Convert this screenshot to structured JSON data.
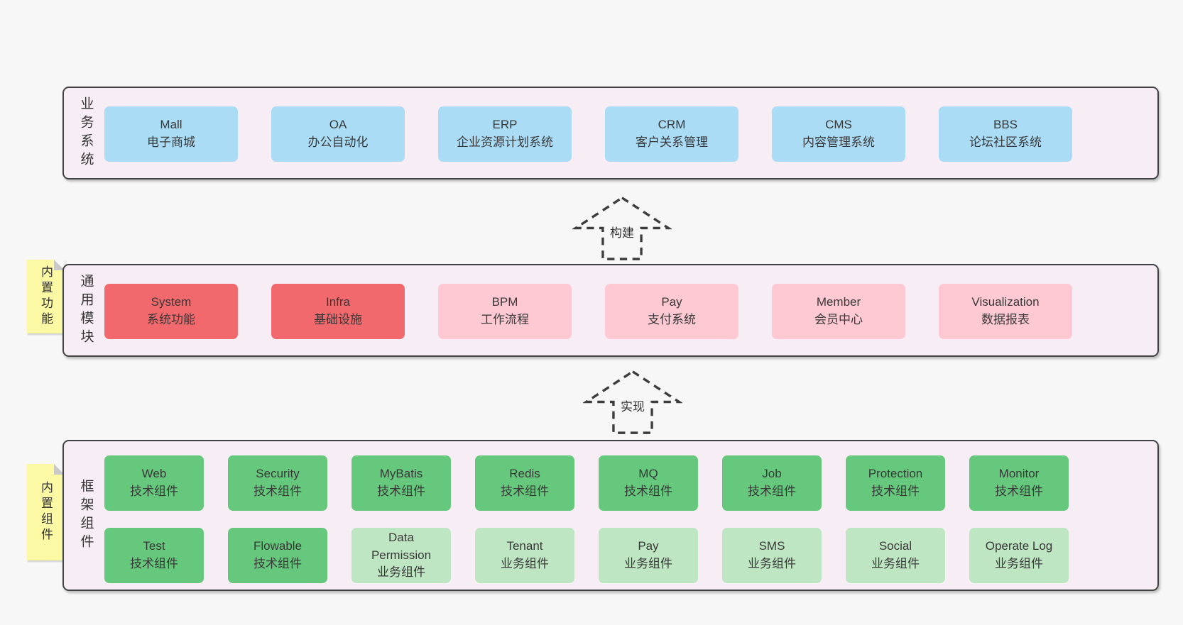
{
  "business_layer": {
    "label": "业务系统",
    "items": [
      {
        "name": "Mall",
        "desc": "电子商城"
      },
      {
        "name": "OA",
        "desc": "办公自动化"
      },
      {
        "name": "ERP",
        "desc": "企业资源计划系统"
      },
      {
        "name": "CRM",
        "desc": "客户关系管理"
      },
      {
        "name": "CMS",
        "desc": "内容管理系统"
      },
      {
        "name": "BBS",
        "desc": "论坛社区系统"
      }
    ]
  },
  "build_arrow": {
    "label": "构建"
  },
  "module_layer": {
    "sticky": "内置功能",
    "label": "通用模块",
    "items": [
      {
        "name": "System",
        "desc": "系统功能",
        "variant": "core-red"
      },
      {
        "name": "Infra",
        "desc": "基础设施",
        "variant": "core-red"
      },
      {
        "name": "BPM",
        "desc": "工作流程",
        "variant": "optional-pink"
      },
      {
        "name": "Pay",
        "desc": "支付系统",
        "variant": "optional-pink"
      },
      {
        "name": "Member",
        "desc": "会员中心",
        "variant": "optional-pink"
      },
      {
        "name": "Visualization",
        "desc": "数据报表",
        "variant": "optional-pink"
      }
    ]
  },
  "implement_arrow": {
    "label": "实现"
  },
  "component_layer": {
    "sticky": "内置组件",
    "label": "框架组件",
    "row1": [
      {
        "name": "Web",
        "desc": "技术组件",
        "variant": "tech-dark-green"
      },
      {
        "name": "Security",
        "desc": "技术组件",
        "variant": "tech-dark-green"
      },
      {
        "name": "MyBatis",
        "desc": "技术组件",
        "variant": "tech-dark-green"
      },
      {
        "name": "Redis",
        "desc": "技术组件",
        "variant": "tech-dark-green"
      },
      {
        "name": "MQ",
        "desc": "技术组件",
        "variant": "tech-dark-green"
      },
      {
        "name": "Job",
        "desc": "技术组件",
        "variant": "tech-dark-green"
      },
      {
        "name": "Protection",
        "desc": "技术组件",
        "variant": "tech-dark-green"
      },
      {
        "name": "Monitor",
        "desc": "技术组件",
        "variant": "tech-dark-green"
      }
    ],
    "row2": [
      {
        "name": "Test",
        "desc": "技术组件",
        "variant": "tech-dark-green"
      },
      {
        "name": "Flowable",
        "desc": "技术组件",
        "variant": "tech-dark-green"
      },
      {
        "name": "Data Permission",
        "desc": "业务组件",
        "variant": "biz-light-green"
      },
      {
        "name": "Tenant",
        "desc": "业务组件",
        "variant": "biz-light-green"
      },
      {
        "name": "Pay",
        "desc": "业务组件",
        "variant": "biz-light-green"
      },
      {
        "name": "SMS",
        "desc": "业务组件",
        "variant": "biz-light-green"
      },
      {
        "name": "Social",
        "desc": "业务组件",
        "variant": "biz-light-green"
      },
      {
        "name": "Operate Log",
        "desc": "业务组件",
        "variant": "biz-light-green"
      }
    ]
  },
  "colors": {
    "page_bg": "#f7f7f7",
    "container_bg": "#f7edf4",
    "outline": "#424242",
    "business_box": "#abdcf6",
    "core_module_box": "#f1696c",
    "optional_module_box": "#fec9d2",
    "tech_component_box": "#66c87c",
    "biz_component_box": "#bfe6c3",
    "sticky_note": "#fbf9a3",
    "sticky_fold": "#c9c9c9"
  }
}
